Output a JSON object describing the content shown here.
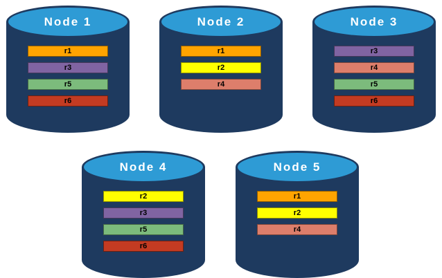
{
  "canvas": {
    "background": "#FFFFFF"
  },
  "palette": {
    "cylinder_body": "#1E3A5F",
    "cylinder_top": "#2E9BD5",
    "record_colors": {
      "r1": "#FFA400",
      "r2": "#FFFF00",
      "r3": "#8064A2",
      "r4": "#DD7E6B",
      "r5": "#7CBB7C",
      "r6": "#C33B22"
    }
  },
  "nodes": [
    {
      "label": "Node 1",
      "records": [
        "r1",
        "r3",
        "r5",
        "r6"
      ]
    },
    {
      "label": "Node 2",
      "records": [
        "r1",
        "r2",
        "r4"
      ]
    },
    {
      "label": "Node 3",
      "records": [
        "r3",
        "r4",
        "r5",
        "r6"
      ]
    },
    {
      "label": "Node 4",
      "records": [
        "r2",
        "r3",
        "r5",
        "r6"
      ]
    },
    {
      "label": "Node 5",
      "records": [
        "r1",
        "r2",
        "r4"
      ]
    }
  ]
}
